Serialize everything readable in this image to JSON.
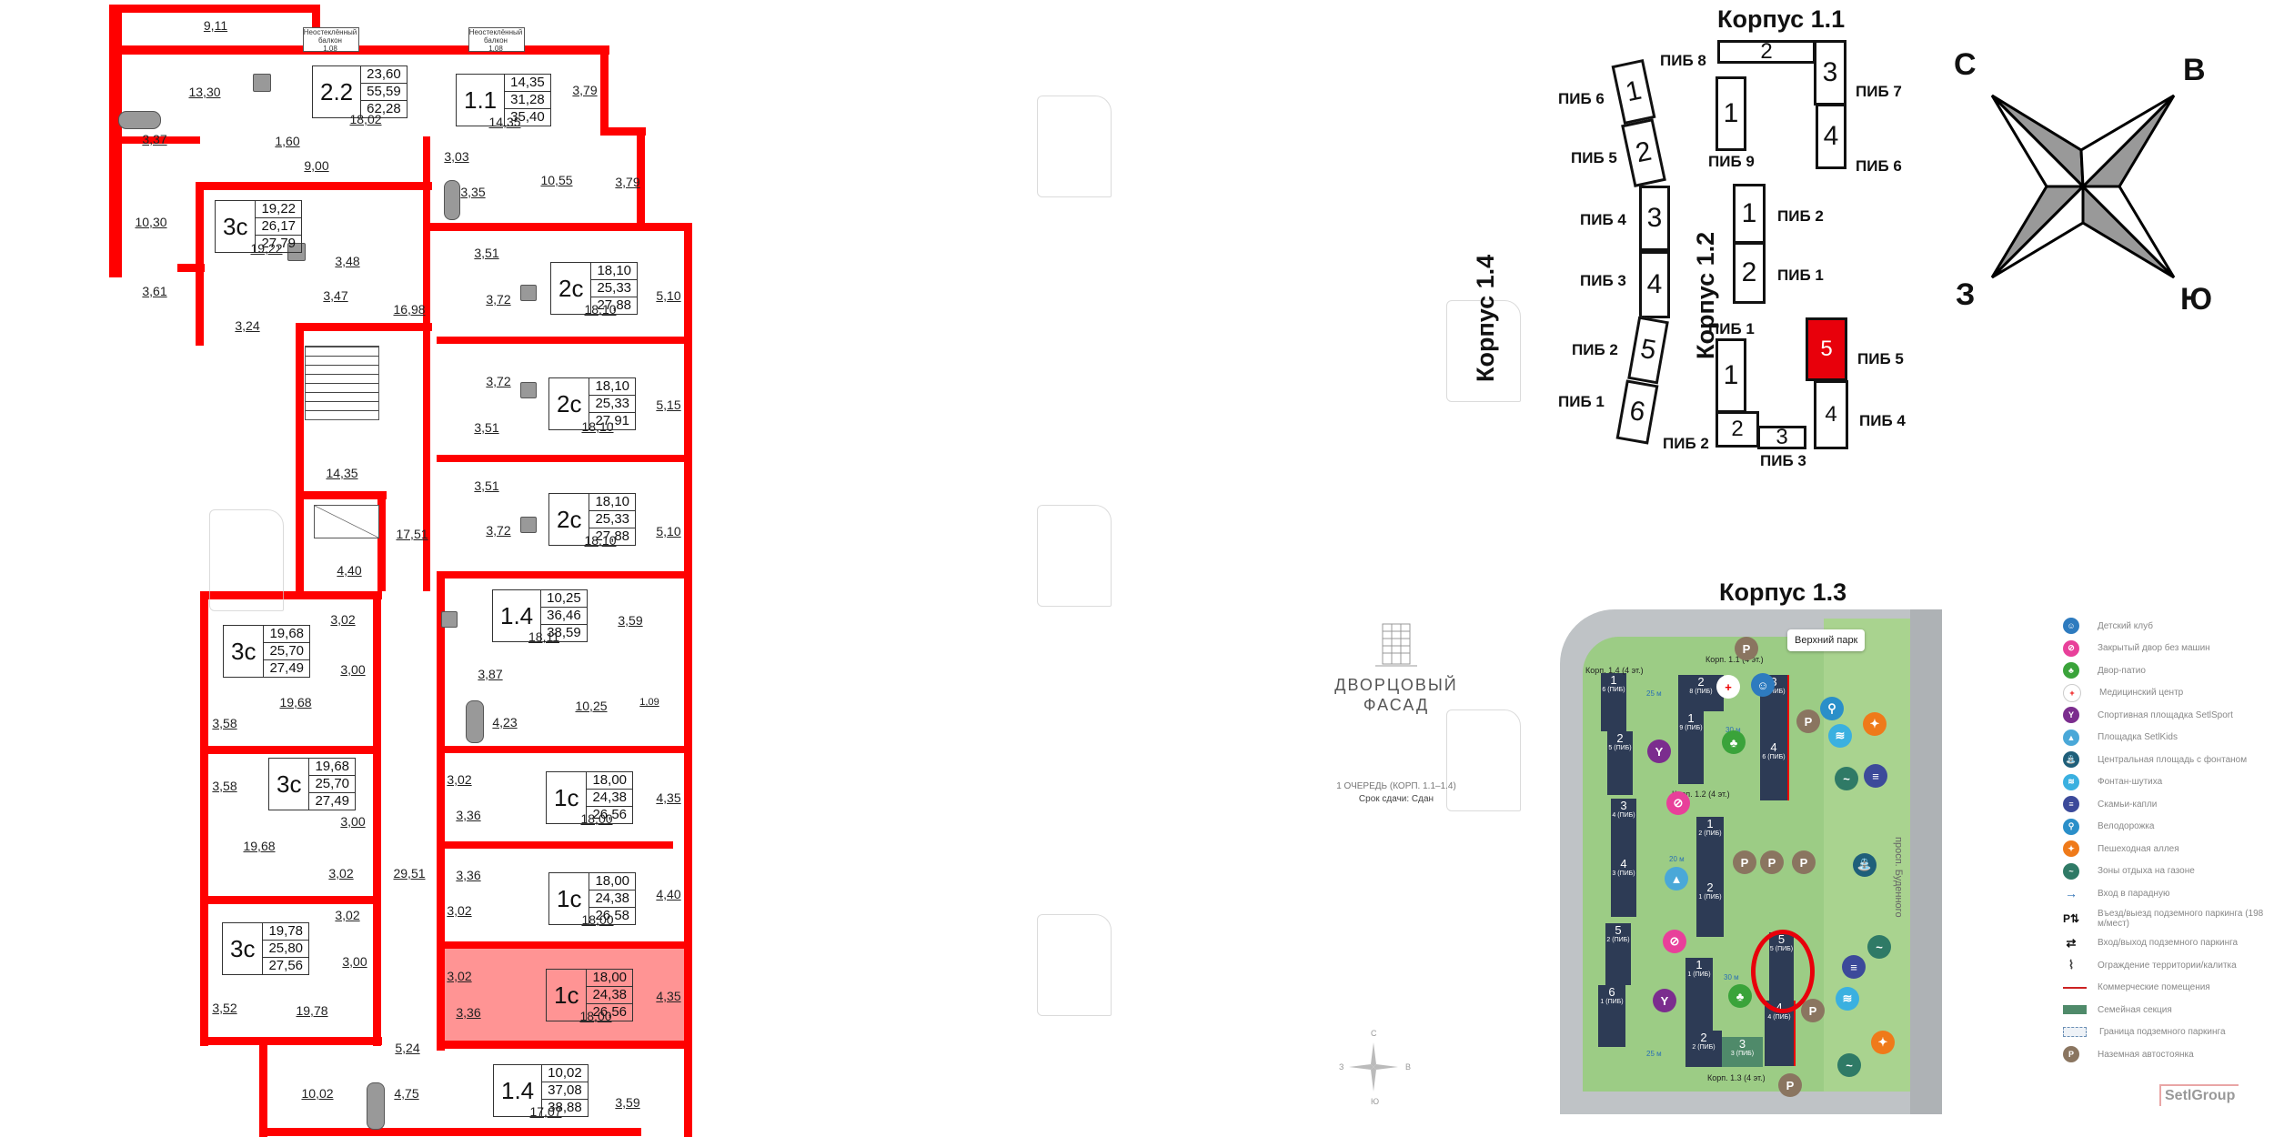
{
  "floor_plan": {
    "highlight_color": "#ff6464",
    "wall_color": "#ff0000",
    "balcony_note": "Неостеклённый балкон",
    "apartments": [
      {
        "id": "apt-2.2",
        "type": "2.2",
        "values": [
          "23,60",
          "55,59",
          "62,28"
        ]
      },
      {
        "id": "apt-1.1",
        "type": "1.1",
        "values": [
          "14,35",
          "31,28",
          "35,40"
        ]
      },
      {
        "id": "apt-3c-a",
        "type": "3с",
        "values": [
          "19,22",
          "26,17",
          "27,79"
        ]
      },
      {
        "id": "apt-2c-a",
        "type": "2с",
        "values": [
          "18,10",
          "25,33",
          "27,88"
        ]
      },
      {
        "id": "apt-2c-b",
        "type": "2с",
        "values": [
          "18,10",
          "25,33",
          "27,91"
        ]
      },
      {
        "id": "apt-2c-c",
        "type": "2с",
        "values": [
          "18,10",
          "25,33",
          "27,88"
        ]
      },
      {
        "id": "apt-1.4-a",
        "type": "1.4",
        "values": [
          "10,25",
          "36,46",
          "38,59"
        ]
      },
      {
        "id": "apt-3c-b",
        "type": "3с",
        "values": [
          "19,68",
          "25,70",
          "27,49"
        ]
      },
      {
        "id": "apt-3c-c",
        "type": "3с",
        "values": [
          "19,68",
          "25,70",
          "27,49"
        ]
      },
      {
        "id": "apt-1c-a",
        "type": "1с",
        "values": [
          "18,00",
          "24,38",
          "26,56"
        ]
      },
      {
        "id": "apt-1c-b",
        "type": "1с",
        "values": [
          "18,00",
          "24,38",
          "26,58"
        ]
      },
      {
        "id": "apt-3c-d",
        "type": "3с",
        "values": [
          "19,78",
          "25,80",
          "27,56"
        ]
      },
      {
        "id": "apt-1c-selected",
        "type": "1с",
        "values": [
          "18,00",
          "24,38",
          "26,56"
        ],
        "selected": true
      },
      {
        "id": "apt-1.4-b",
        "type": "1.4",
        "values": [
          "10,02",
          "37,08",
          "38,88"
        ]
      }
    ],
    "rooms": {
      "r911": "9,11",
      "r1330": "13,30",
      "r337": "3,37",
      "r160": "1,60",
      "r900": "9,00",
      "r1802": "18,02",
      "b108a": "1,08",
      "b108b": "1,08",
      "r1435": "14,35",
      "r379a": "3,79",
      "r303": "3,03",
      "r335": "3,35",
      "r1055": "10,55",
      "r379b": "3,79",
      "r1030": "10,30",
      "r361": "3,61",
      "r324": "3,24",
      "r1922": "19,22",
      "r348": "3,48",
      "r347": "3,47",
      "r1698": "16,98",
      "r351a": "3,51",
      "r372a": "3,72",
      "r1810a": "18,10",
      "r510a": "5,10",
      "r372b": "3,72",
      "r351b": "3,51",
      "r1810b": "18,10",
      "r515": "5,15",
      "r351c": "3,51",
      "r372c": "3,72",
      "r1810c": "18,10",
      "r510b": "5,10",
      "r1435s": "14,35",
      "r1751": "17,51",
      "r440l": "4,40",
      "r1811": "18,11",
      "r359a": "3,59",
      "r387": "3,87",
      "r423": "4,23",
      "r1025": "10,25",
      "b109": "1,09",
      "r302a": "3,02",
      "r300a": "3,00",
      "r1968a": "19,68",
      "r358a": "3,58",
      "r358b": "3,58",
      "r300b": "3,00",
      "r1968b": "19,68",
      "r302b": "3,02",
      "r2951": "29,51",
      "r302c": "3,02",
      "r300c": "3,00",
      "r352": "3,52",
      "r1978": "19,78",
      "r524": "5,24",
      "r1002": "10,02",
      "r475": "4,75",
      "r302d": "3,02",
      "r336a": "3,36",
      "r1800a": "18,00",
      "r435a": "4,35",
      "r336b": "3,36",
      "r302e": "3,02",
      "r1800b": "18,00",
      "r440": "4,40",
      "r302f": "3,02",
      "r336c": "3,36",
      "r1800c": "18,00",
      "r435b": "4,35",
      "r1707": "17,07",
      "r359b": "3,59"
    }
  },
  "key_plan": {
    "korpus_1_1": "Корпус 1.1",
    "korpus_1_2": "Корпус 1.2",
    "korpus_1_3": "Корпус 1.3",
    "korpus_1_4": "Корпус 1.4",
    "selected_color": "#e8000b",
    "labels": {
      "k11_pib8": "ПИБ 8",
      "k11_pib9": "ПИБ 9",
      "k11_pib7": "ПИБ 7",
      "k11_pib6": "ПИБ 6",
      "k14_pib6": "ПИБ 6",
      "k14_pib5": "ПИБ 5",
      "k14_pib4": "ПИБ 4",
      "k14_pib3": "ПИБ 3",
      "k14_pib2": "ПИБ 2",
      "k14_pib1": "ПИБ 1",
      "k12_pib2": "ПИБ 2",
      "k12_pib1": "ПИБ 1",
      "k13_pib1": "ПИБ 1",
      "k13_pib5": "ПИБ 5",
      "k13_pib4": "ПИБ 4",
      "k13_pib2": "ПИБ 2",
      "k13_pib3": "ПИБ 3"
    },
    "sections": {
      "k11_1": "1",
      "k11_2": "2",
      "k11_3": "3",
      "k11_4": "4",
      "k14_1": "1",
      "k14_2": "2",
      "k14_3": "3",
      "k14_4": "4",
      "k14_5": "5",
      "k14_6": "6",
      "k12_1": "1",
      "k12_2": "2",
      "k13_1": "1",
      "k13_2": "2",
      "k13_3": "3",
      "k13_4": "4",
      "k13_5": "5"
    }
  },
  "compass": {
    "north": "С",
    "east": "В",
    "west": "З",
    "south": "Ю"
  },
  "brand": {
    "name_line1": "ДВОРЦОВЫЙ",
    "name_line2": "ФАСАД",
    "phase": "1 ОЧЕРЕДЬ (КОРП. 1.1–1.4)",
    "deadline": "Срок сдачи: Сдан"
  },
  "master_plan": {
    "callout": "Верхний парк",
    "street": "просп. Буденного",
    "korp_labels": {
      "k11": "Корп. 1.1 (4 эт.)",
      "k12": "Корп. 1.2 (4 эт.)",
      "k13": "Корп. 1.3 (4 эт.)",
      "k14": "Корп. 1.4 (4 эт.)"
    },
    "distances": {
      "d25a": "25 м",
      "d30a": "30 м",
      "d20": "20 м",
      "d30b": "30 м",
      "d25b": "25 м"
    },
    "buildings": [
      {
        "n": "1",
        "sub": "6 (ПИБ)"
      },
      {
        "n": "2",
        "sub": "5 (ПИБ)"
      },
      {
        "n": "3",
        "sub": "4 (ПИБ)"
      },
      {
        "n": "4",
        "sub": "3 (ПИБ)"
      },
      {
        "n": "5",
        "sub": "2 (ПИБ)"
      },
      {
        "n": "6",
        "sub": "1 (ПИБ)"
      },
      {
        "n": "2",
        "sub": "8 (ПИБ)"
      },
      {
        "n": "1",
        "sub": "9 (ПИБ)"
      },
      {
        "n": "3",
        "sub": "7 (ПИБ)"
      },
      {
        "n": "4",
        "sub": "6 (ПИБ)"
      },
      {
        "n": "1",
        "sub": "2 (ПИБ)"
      },
      {
        "n": "2",
        "sub": "1 (ПИБ)"
      },
      {
        "n": "1",
        "sub": "1 (ПИБ)"
      },
      {
        "n": "2",
        "sub": "2 (ПИБ)"
      },
      {
        "n": "3",
        "sub": "3 (ПИБ)"
      },
      {
        "n": "4",
        "sub": "4 (ПИБ)"
      },
      {
        "n": "5",
        "sub": "5 (ПИБ)"
      }
    ],
    "parking_symbol": "P"
  },
  "legend": {
    "items": [
      {
        "icon": "kids-club-icon",
        "color": "#2e7bbf",
        "glyph": "☺",
        "text": "Детский клуб"
      },
      {
        "icon": "car-free-yard-icon",
        "color": "#e8409a",
        "glyph": "⊘",
        "text": "Закрытый двор без машин"
      },
      {
        "icon": "patio-icon",
        "color": "#3aa33a",
        "glyph": "♣",
        "text": "Двор-патио"
      },
      {
        "icon": "medical-icon",
        "color": "#ffffff",
        "glyph": "+",
        "text": "Медицинский центр"
      },
      {
        "icon": "sport-icon",
        "color": "#7b2d8e",
        "glyph": "Y",
        "text": "Спортивная площадка SetlSport"
      },
      {
        "icon": "kids-playground-icon",
        "color": "#4aa8d8",
        "glyph": "▲",
        "text": "Площадка SetlKids"
      },
      {
        "icon": "fountain-square-icon",
        "color": "#1f5f7a",
        "glyph": "⛲",
        "text": "Центральная площадь с фонтаном"
      },
      {
        "icon": "fountain-icon",
        "color": "#3ab0e0",
        "glyph": "≋",
        "text": "Фонтан-шутиха"
      },
      {
        "icon": "bench-icon",
        "color": "#3c4a9a",
        "glyph": "≡",
        "text": "Скамьи-капли"
      },
      {
        "icon": "bike-path-icon",
        "color": "#2a8fc9",
        "glyph": "⚲",
        "text": "Велодорожка"
      },
      {
        "icon": "pedestrian-icon",
        "color": "#ef7a1a",
        "glyph": "✦",
        "text": "Пешеходная аллея"
      },
      {
        "icon": "lawn-rest-icon",
        "color": "#2f7a66",
        "glyph": "~",
        "text": "Зоны отдыха на газоне"
      },
      {
        "icon": "entrance-arrow-icon",
        "color": "#2a6fb5",
        "glyph": "→",
        "text": "Вход в парадную"
      },
      {
        "icon": "underground-parking-entry-icon",
        "color": "#111111",
        "glyph": "P⇅",
        "text": "Въезд/выезд подземного паркинга (198 м/мест)"
      },
      {
        "icon": "underground-parking-walk-icon",
        "color": "#111111",
        "glyph": "⇄",
        "text": "Вход/выход подземного паркинга"
      },
      {
        "icon": "fence-gate-icon",
        "color": "#444444",
        "glyph": "⌇",
        "text": "Ограждение территории/калитка"
      },
      {
        "icon": "commercial-line-icon",
        "color": "#cc2222",
        "glyph": "",
        "text": "Коммерческие помещения"
      },
      {
        "icon": "family-section-icon",
        "color": "#4f8a6a",
        "glyph": "",
        "text": "Семейная секция"
      },
      {
        "icon": "parking-boundary-icon",
        "color": "#6b8fb5",
        "glyph": "",
        "text": "Граница подземного паркинга"
      },
      {
        "icon": "surface-parking-icon",
        "color": "#8a7560",
        "glyph": "P",
        "text": "Наземная автостоянка"
      }
    ]
  },
  "developer_logo": "SetlGroup"
}
